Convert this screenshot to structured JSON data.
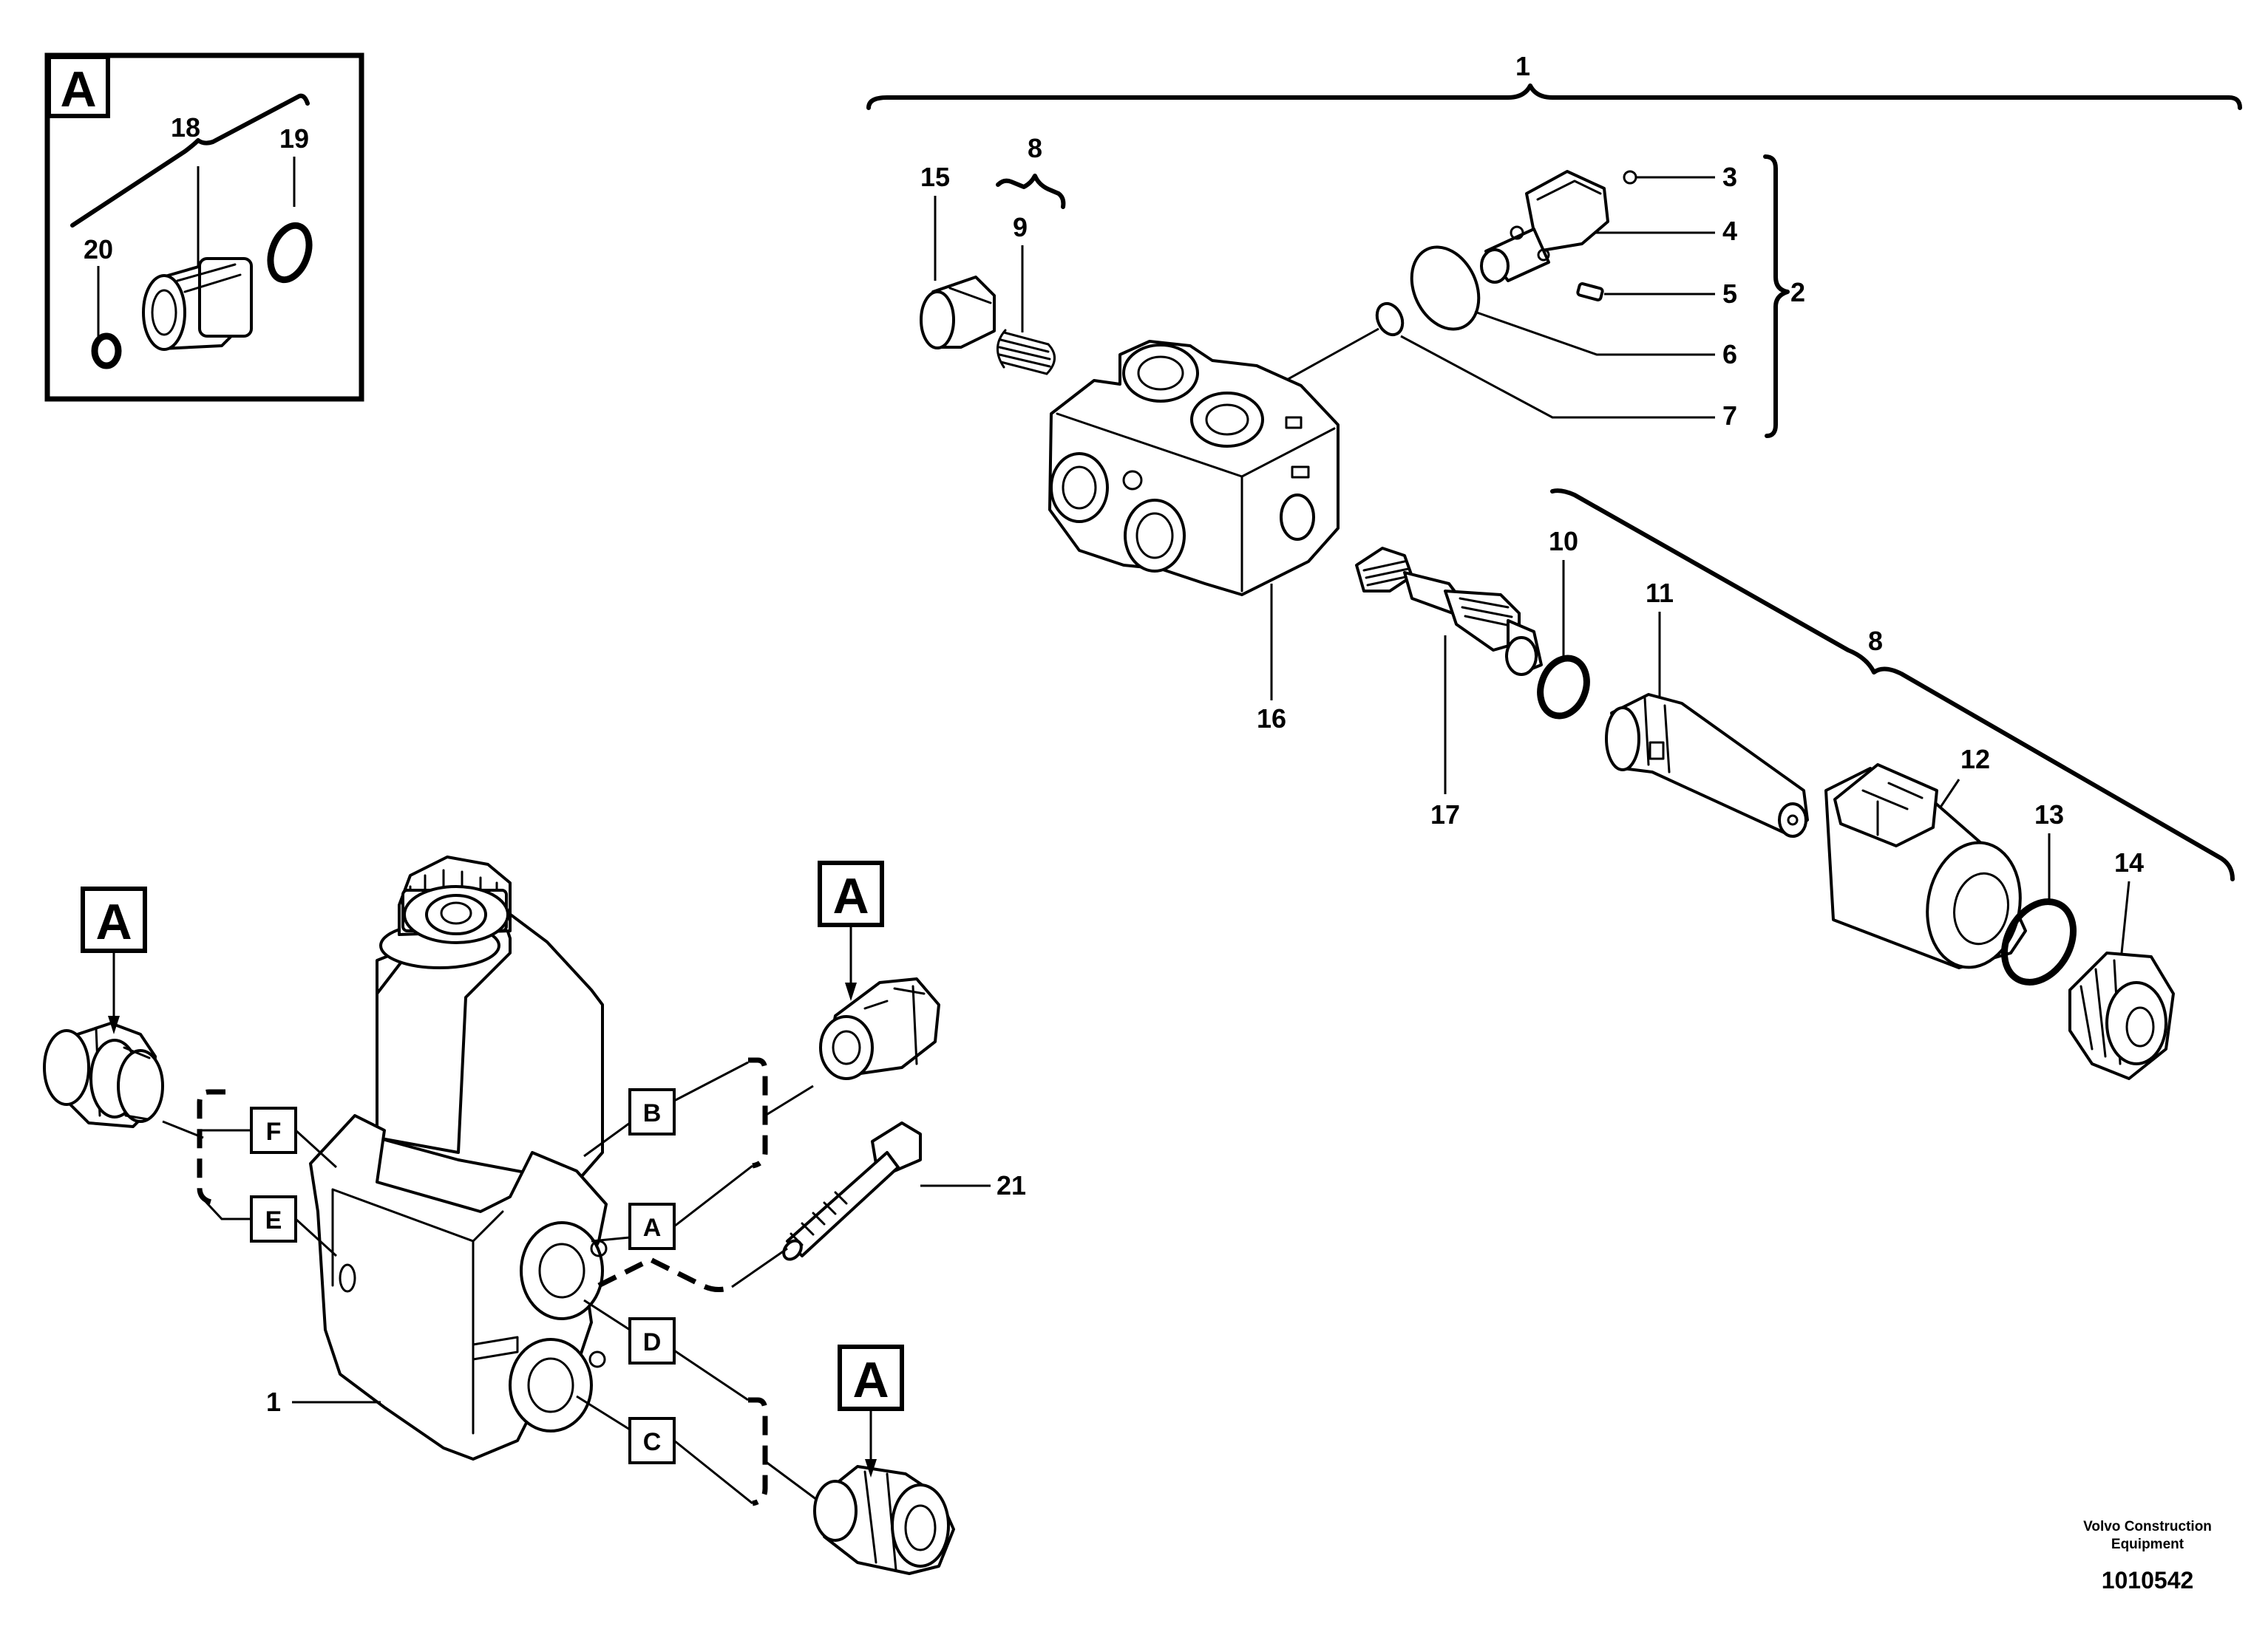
{
  "inset": {
    "letter": "A",
    "labels": {
      "p18": "18",
      "p19": "19",
      "p20": "20"
    }
  },
  "exploded_view": {
    "labels": {
      "p1": "1",
      "p2": "2",
      "p3": "3",
      "p4": "4",
      "p5": "5",
      "p6": "6",
      "p7": "7",
      "p8_upper": "8",
      "p9": "9",
      "p10": "10",
      "p11": "11",
      "p12": "12",
      "p13": "13",
      "p14": "14",
      "p15": "15",
      "p16": "16",
      "p17": "17",
      "p8_lower": "8"
    }
  },
  "assembly_view": {
    "labels": {
      "p1": "1",
      "p21": "21"
    },
    "port_letters": {
      "f": "F",
      "e": "E",
      "b": "B",
      "a": "A",
      "d": "D",
      "c": "C"
    },
    "fitting_callouts": {
      "left": "A",
      "upper_right": "A",
      "lower": "A"
    }
  },
  "footer": {
    "manufacturer_line1": "Volvo Construction",
    "manufacturer_line2": "Equipment",
    "drawing_number": "1010542"
  }
}
